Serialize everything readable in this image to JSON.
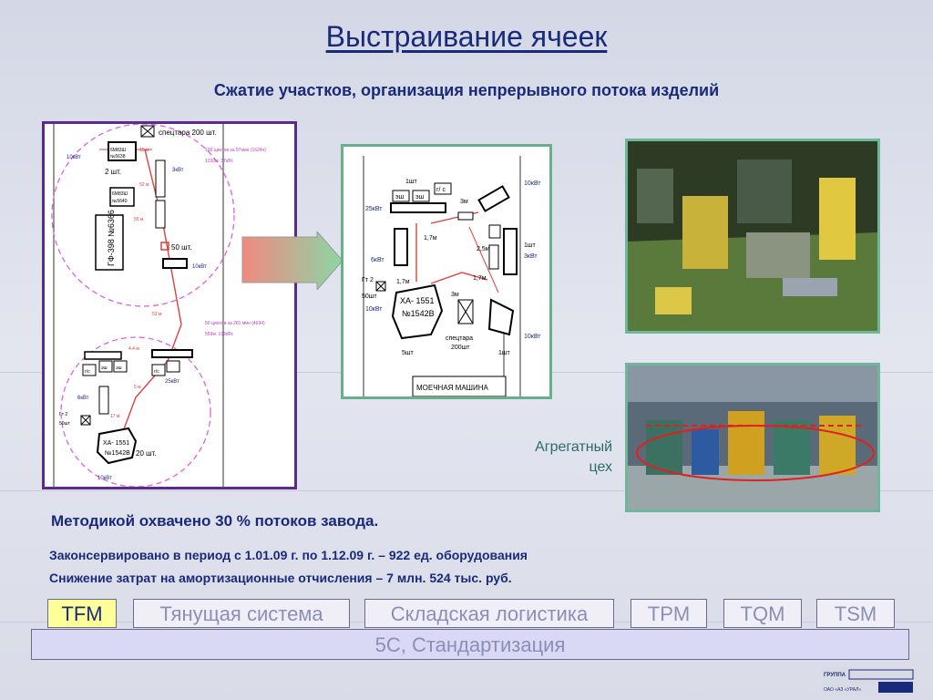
{
  "title": "Выстраивание ячеек",
  "subtitle": "Сжатие участков, организация непрерывного потока изделий",
  "plan_left": {
    "labels": {
      "top_storage": "спецтара 200 шт.",
      "power_10kvt_a": "10кВт",
      "machine_6m": "6М83Ш\n№5638",
      "count_2": "2 шт.",
      "power_3kvt": "3кВт",
      "machine_2": "6М83Ш\n№5640",
      "gf_machine": "ГФ-398\n№6366",
      "count_50": "50 шт.",
      "power_10kvt_b": "10кВт",
      "note_top_1": "100 циклов за 97мин (1624ч)",
      "note_top_2": "1230м. 37кВт.",
      "note_mid_1": "50 циклов за 281 мин (4694)",
      "note_mid_2": "559м. 192кВт.",
      "dist_15": "15 м",
      "dist_52": "52 м",
      "dist_55": "55 м",
      "dist_53": "53 м",
      "dist_44": "4.4 м",
      "dist_5": "5 м",
      "dist_17": "17 м",
      "gs_1": "г/с",
      "esh_1": "эш",
      "esh_2": "эш",
      "gs_2": "г/с",
      "power_25kvt": "25кВт",
      "power_6kvt": "6кВт",
      "gt2": "Гт 2",
      "count_50sht": "50шт",
      "xa_machine": "ХА- 1551\n№1542В",
      "count_20": "20 шт.",
      "power_10kvt_c": "10кВт"
    }
  },
  "plan_right": {
    "labels": {
      "count_1sht_a": "1шт",
      "esh_1": "эш",
      "esh_2": "эш",
      "gs": "г/ с",
      "power_10kvt_a": "10кВт",
      "power_25kvt": "25кВт",
      "dist_3m_a": "3м",
      "dist_17m_a": "1,7м",
      "dist_25m": "2,5м",
      "count_1sht_b": "1шт",
      "power_3kvt": "3кВт",
      "power_6kvt": "6кВт",
      "gt2": "Гт 2",
      "count_50sht": "50шт",
      "dist_17m_b": "1,7м",
      "dist_17m_c": "1,7м",
      "dist_3m_b": "3м",
      "power_10kvt_b": "10кВт",
      "xa_machine": "ХА- 1551\n№1542В",
      "storage": "спецтара\n200шт",
      "count_5sht": "5шт",
      "count_1sht_c": "1шт",
      "power_10kvt_c": "10кВт",
      "wash": "МОЕЧНАЯ МАШИНА"
    }
  },
  "photo_caption": "Агрегатный\nцех",
  "coverage_text": "Методикой охвачено 30 % потоков завода.",
  "conserved_text": "Законсервировано в период с 1.01.09 г. по 1.12.09 г. – 922 ед. оборудования",
  "savings_text": "Снижение затрат на амортизационные отчисления – 7 млн. 524 тыс. руб.",
  "tabs": [
    {
      "label": "TFM"
    },
    {
      "label": "Тянущая система"
    },
    {
      "label": "Складская логистика"
    },
    {
      "label": "TPM"
    },
    {
      "label": "TQM"
    },
    {
      "label": "TSM"
    }
  ],
  "bottom_bar": "5С,  Стандартизация",
  "logo": {
    "top": "ГРУППА",
    "bottom": "ОАО «АЗ «УРАЛ»"
  },
  "colors": {
    "title": "#1a2a7a",
    "active_tab": "#ffff99",
    "bottom_bar": "#d9d8f5",
    "plan_left_border": "#5b2b8c",
    "plan_right_border": "#66b08a"
  }
}
